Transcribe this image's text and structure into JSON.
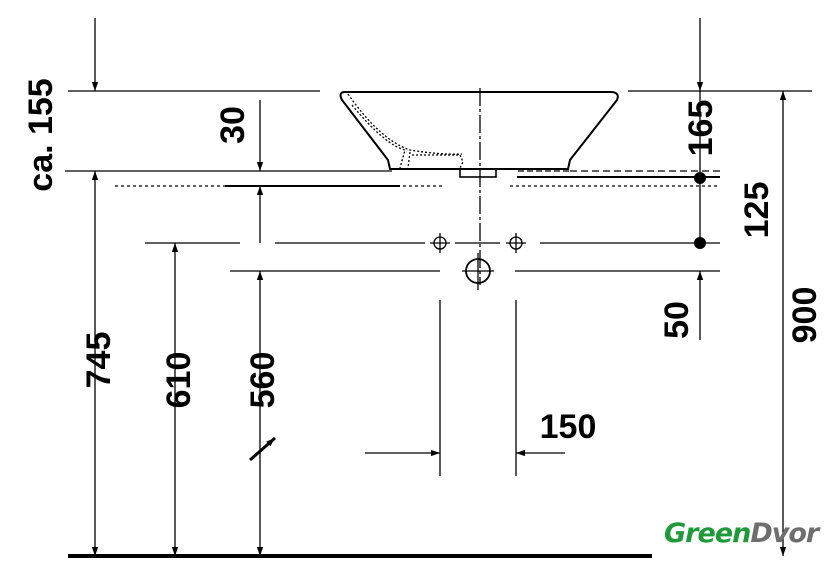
{
  "dimensions": {
    "ca155": "ca. 155",
    "d30": "30",
    "d165": "165",
    "d125": "125",
    "d50": "50",
    "d900": "900",
    "d745": "745",
    "d610": "610",
    "d560": "560",
    "d150": "150"
  },
  "logo": {
    "part1": "Green",
    "part2": "Dvor",
    "color1": "#1f9a3a",
    "color2": "#6e6e6e"
  }
}
